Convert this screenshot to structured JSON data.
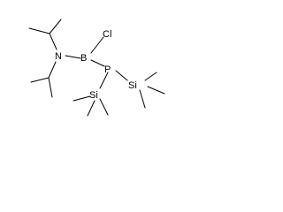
{
  "structure": {
    "atoms": {
      "chlorine": "Cl",
      "boron": "B",
      "nitrogen": "N",
      "phosphorus": "P",
      "silicon_left": "Si",
      "silicon_right": "Si"
    }
  }
}
